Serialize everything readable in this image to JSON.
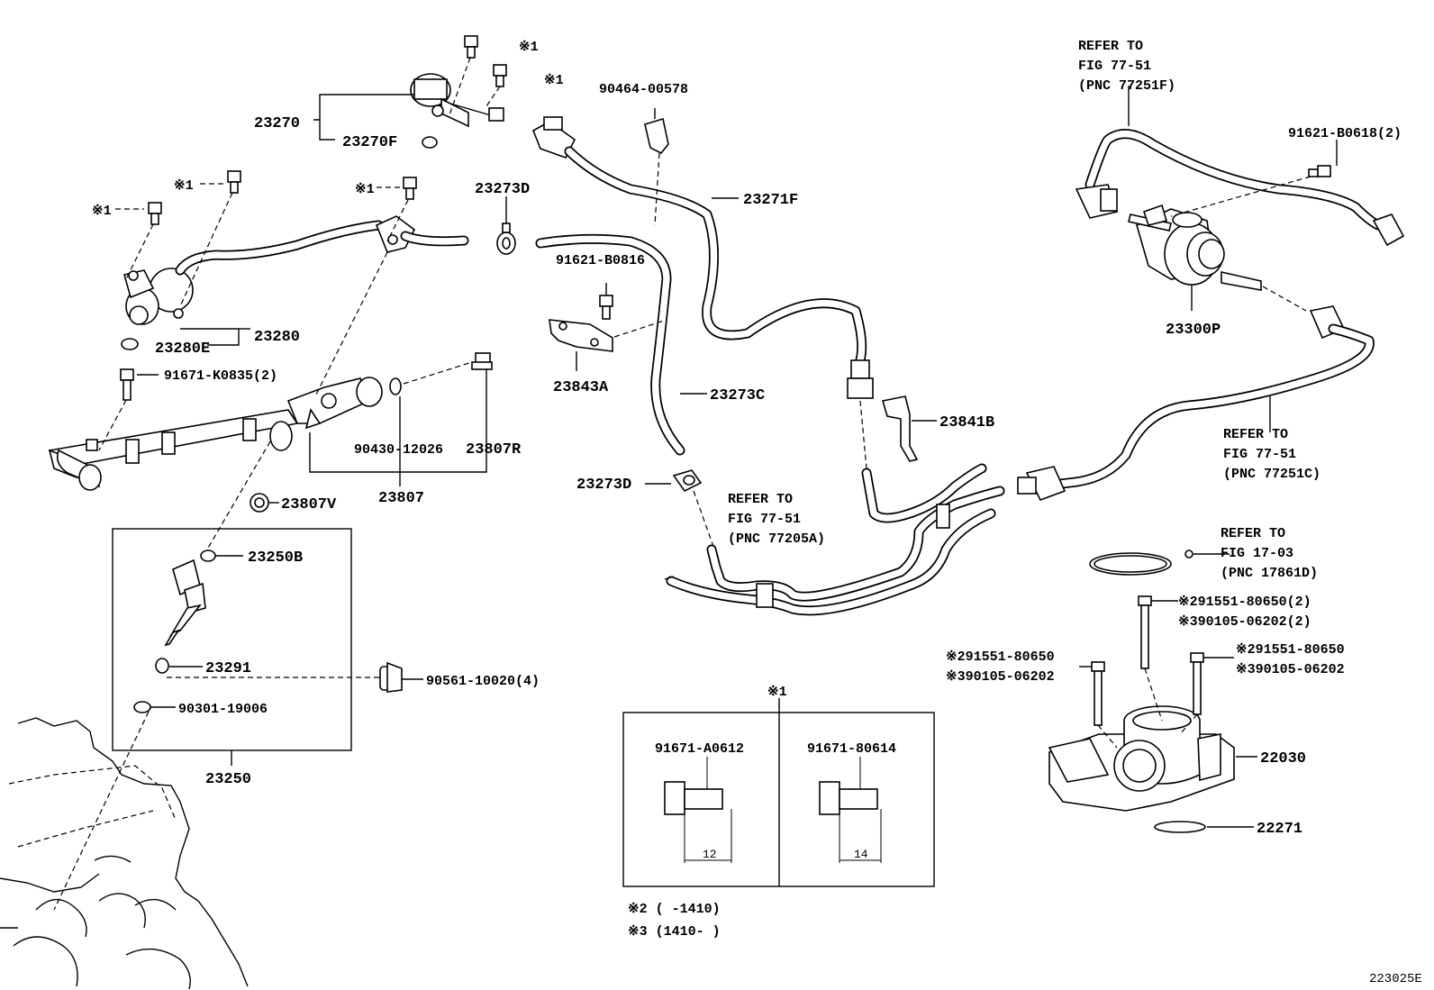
{
  "figure_id": "223025E",
  "labels": {
    "p23270": "23270",
    "p23270F": "23270F",
    "p23280": "23280",
    "p23280E": "23280E",
    "p91671K": "91671-K0835(2)",
    "p23807": "23807",
    "p23807R": "23807R",
    "p23807V": "23807V",
    "p90430": "90430-12026",
    "p23250B": "23250B",
    "p23291": "23291",
    "p90301": "90301-19006",
    "p90561": "90561-10020(4)",
    "p23250": "23250",
    "p90464": "90464-00578",
    "p23271F": "23271F",
    "p23273D_top": "23273D",
    "p23273D_bot": "23273D",
    "p91621B0816": "91621-B0816",
    "p23843A": "23843A",
    "p23273C": "23273C",
    "p23841B": "23841B",
    "p91621B0618": "91621-B0618(2)",
    "p23300P": "23300P",
    "p22030": "22030",
    "p22271": "22271",
    "star1_a": "※1",
    "star1_b": "※1",
    "star1_c": "※1",
    "star1_d": "※1",
    "star1_e": "※1",
    "star1_box": "※1"
  },
  "refer_notes": {
    "top_right": [
      "REFER TO",
      "FIG 77-51",
      "(PNC 77251F)"
    ],
    "mid_right": [
      "REFER TO",
      "FIG 77-51",
      "(PNC 77251C)"
    ],
    "center": [
      "REFER TO",
      "FIG 77-51",
      "(PNC 77205A)"
    ],
    "gasket": [
      "REFER TO",
      "FIG 17-03",
      "(PNC 17861D)"
    ]
  },
  "bolt_notes": {
    "right_top_1": "※291551-80650(2)",
    "right_top_2": "※390105-06202(2)",
    "left_1": "※291551-80650",
    "left_2": "※390105-06202",
    "right_1": "※291551-80650",
    "right_2": "※390105-06202"
  },
  "legend_box": {
    "left_part": "91671-A0612",
    "right_part": "91671-80614",
    "left_dim": "12",
    "right_dim": "14",
    "note2": "※2 (      -1410)",
    "note3": "※3 (1410-      )"
  }
}
